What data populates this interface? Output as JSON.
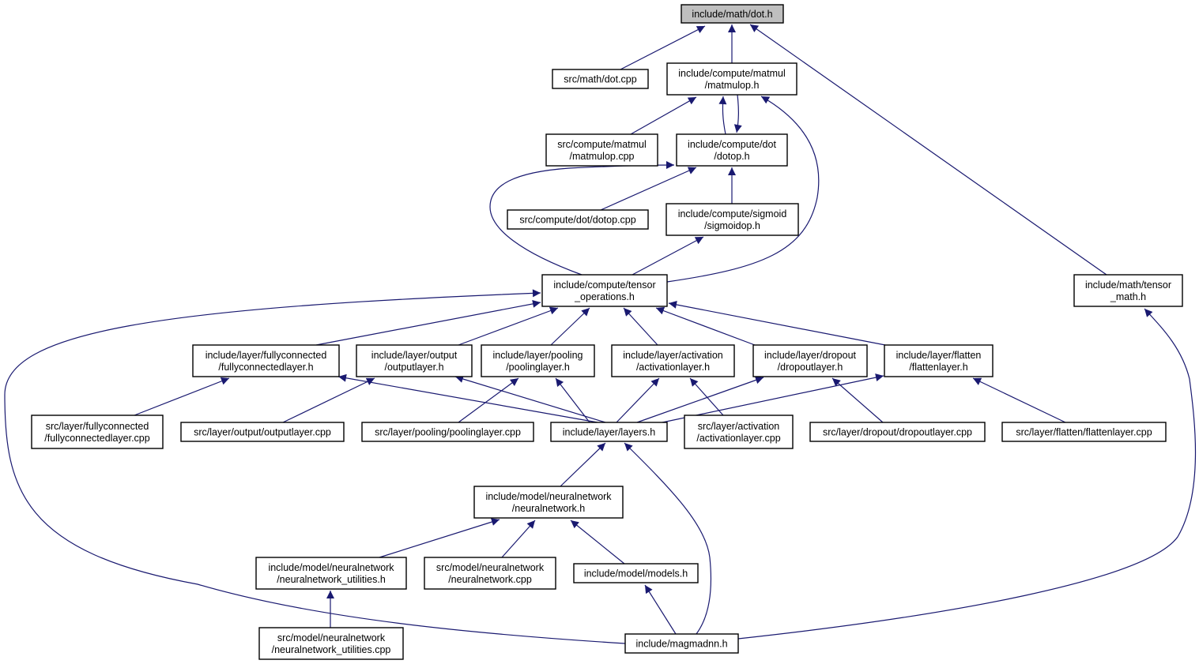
{
  "graph": {
    "title": "include/math/dot.h",
    "edge_color": "#191970",
    "root_fill": "#bfbfbf",
    "nodes": [
      {
        "id": "dot_h",
        "lines": [
          "include/math/dot.h"
        ],
        "root": true
      },
      {
        "id": "dot_cpp",
        "lines": [
          "src/math/dot.cpp"
        ]
      },
      {
        "id": "matmulop_h",
        "lines": [
          "include/compute/matmul",
          "/matmulop.h"
        ]
      },
      {
        "id": "matmulop_cpp",
        "lines": [
          "src/compute/matmul",
          "/matmulop.cpp"
        ]
      },
      {
        "id": "dotop_h",
        "lines": [
          "include/compute/dot",
          "/dotop.h"
        ]
      },
      {
        "id": "dotop_cpp",
        "lines": [
          "src/compute/dot/dotop.cpp"
        ]
      },
      {
        "id": "sigmoidop_h",
        "lines": [
          "include/compute/sigmoid",
          "/sigmoidop.h"
        ]
      },
      {
        "id": "tensor_ops_h",
        "lines": [
          "include/compute/tensor",
          "_operations.h"
        ]
      },
      {
        "id": "tensor_math_h",
        "lines": [
          "include/math/tensor",
          "_math.h"
        ]
      },
      {
        "id": "fc_h",
        "lines": [
          "include/layer/fullyconnected",
          "/fullyconnectedlayer.h"
        ]
      },
      {
        "id": "output_h",
        "lines": [
          "include/layer/output",
          "/outputlayer.h"
        ]
      },
      {
        "id": "pooling_h",
        "lines": [
          "include/layer/pooling",
          "/poolinglayer.h"
        ]
      },
      {
        "id": "activation_h",
        "lines": [
          "include/layer/activation",
          "/activationlayer.h"
        ]
      },
      {
        "id": "dropout_h",
        "lines": [
          "include/layer/dropout",
          "/dropoutlayer.h"
        ]
      },
      {
        "id": "flatten_h",
        "lines": [
          "include/layer/flatten",
          "/flattenlayer.h"
        ]
      },
      {
        "id": "fc_cpp",
        "lines": [
          "src/layer/fullyconnected",
          "/fullyconnectedlayer.cpp"
        ]
      },
      {
        "id": "output_cpp",
        "lines": [
          "src/layer/output/outputlayer.cpp"
        ]
      },
      {
        "id": "pooling_cpp",
        "lines": [
          "src/layer/pooling/poolinglayer.cpp"
        ]
      },
      {
        "id": "layers_h",
        "lines": [
          "include/layer/layers.h"
        ]
      },
      {
        "id": "activation_cpp",
        "lines": [
          "src/layer/activation",
          "/activationlayer.cpp"
        ]
      },
      {
        "id": "dropout_cpp",
        "lines": [
          "src/layer/dropout/dropoutlayer.cpp"
        ]
      },
      {
        "id": "flatten_cpp",
        "lines": [
          "src/layer/flatten/flattenlayer.cpp"
        ]
      },
      {
        "id": "nn_h",
        "lines": [
          "include/model/neuralnetwork",
          "/neuralnetwork.h"
        ]
      },
      {
        "id": "nn_util_h",
        "lines": [
          "include/model/neuralnetwork",
          "/neuralnetwork_utilities.h"
        ]
      },
      {
        "id": "nn_cpp",
        "lines": [
          "src/model/neuralnetwork",
          "/neuralnetwork.cpp"
        ]
      },
      {
        "id": "models_h",
        "lines": [
          "include/model/models.h"
        ]
      },
      {
        "id": "nn_util_cpp",
        "lines": [
          "src/model/neuralnetwork",
          "/neuralnetwork_utilities.cpp"
        ]
      },
      {
        "id": "magmadnn_h",
        "lines": [
          "include/magmadnn.h"
        ]
      }
    ]
  }
}
